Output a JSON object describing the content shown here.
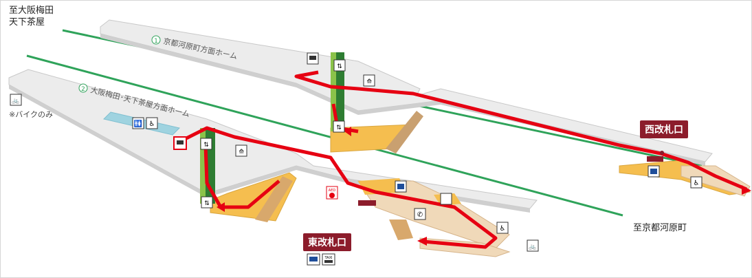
{
  "directions": {
    "umeda_line1": "至大阪梅田",
    "umeda_line2": "天下茶屋",
    "kawaramachi": "至京都河原町"
  },
  "platforms": {
    "p1": {
      "number": "1",
      "name": "京都河原町方面ホーム"
    },
    "p2": {
      "number": "2",
      "name": "大阪梅田･天下茶屋方面ホーム"
    }
  },
  "gates": {
    "west": "西改札口",
    "east": "東改札口"
  },
  "bike_note": "※バイクのみ",
  "aed_label": "AED",
  "taxi_label": "TAXI",
  "colors": {
    "route": "#e60012",
    "track": "#2fa35a",
    "platform": "#ececec",
    "floor": "#f5be4f",
    "gate": "#8c1c2b",
    "elevator": "#2e7d32"
  }
}
